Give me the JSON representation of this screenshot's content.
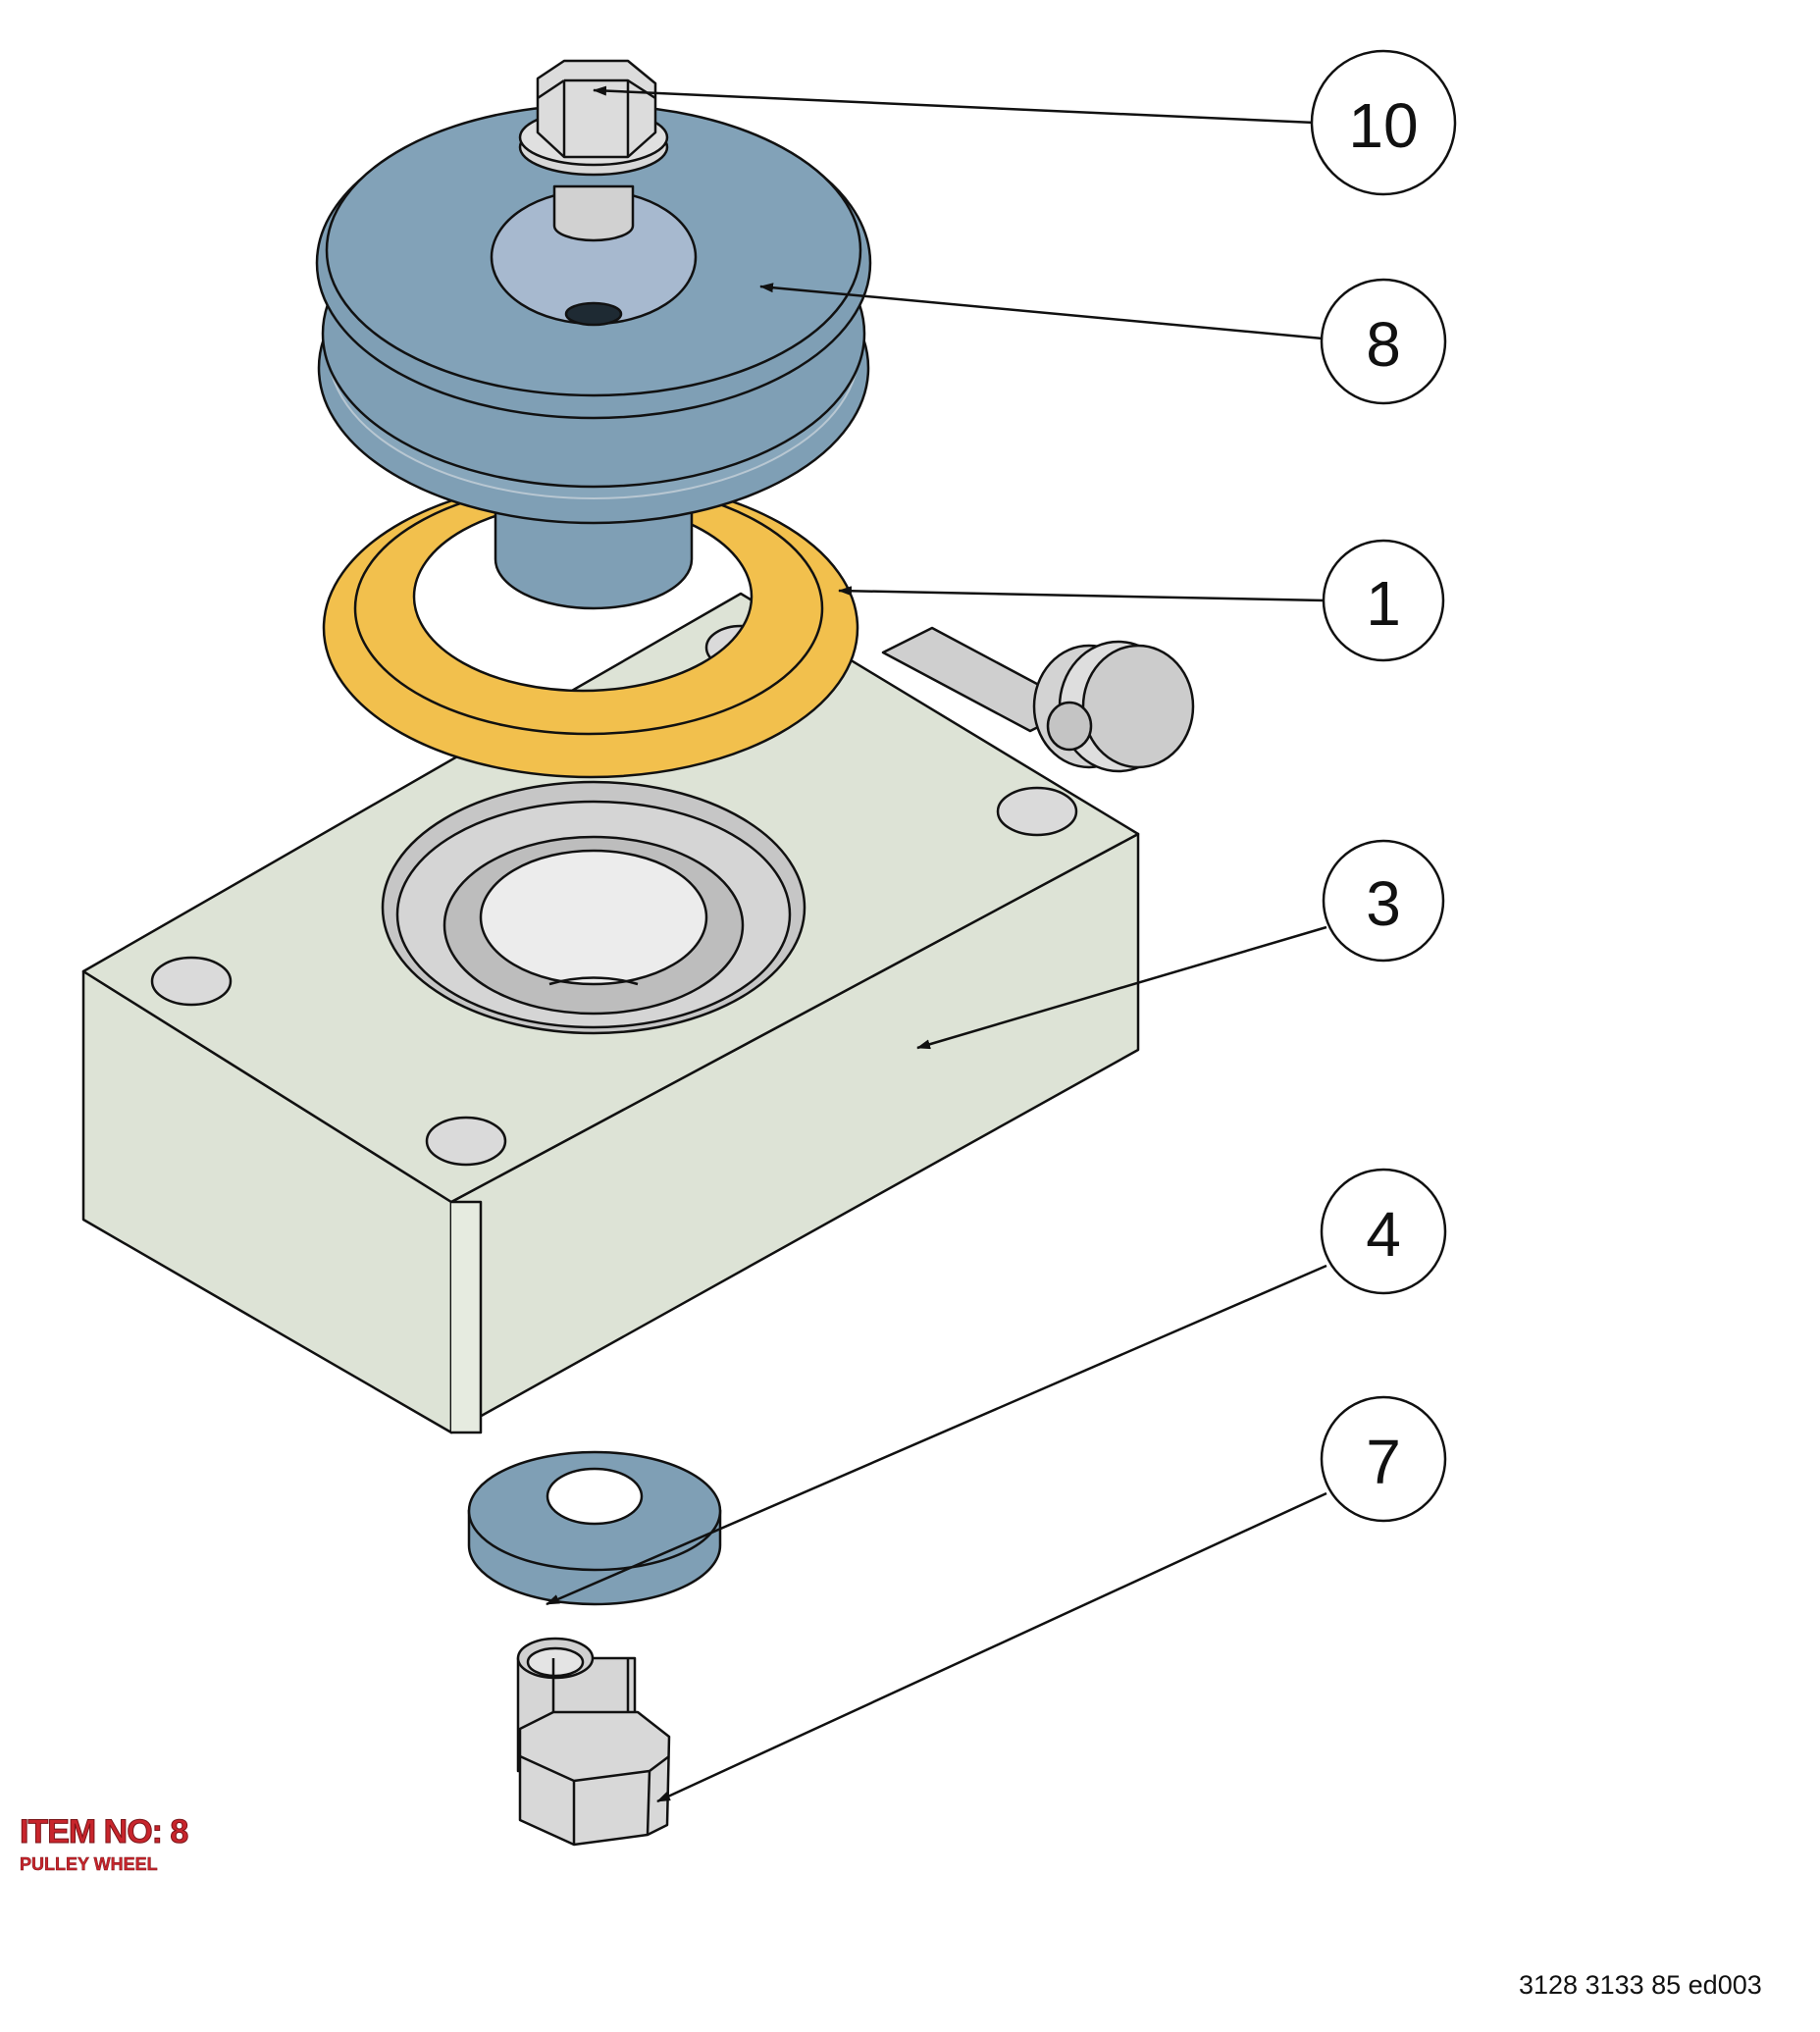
{
  "callouts": [
    {
      "number": "10",
      "part": "bolt"
    },
    {
      "number": "8",
      "part": "pulley wheel"
    },
    {
      "number": "1",
      "part": "ring"
    },
    {
      "number": "3",
      "part": "housing block"
    },
    {
      "number": "4",
      "part": "washer"
    },
    {
      "number": "7",
      "part": "hex bolt"
    }
  ],
  "item": {
    "title": "ITEM NO: 8",
    "subtitle": "PULLEY WHEEL"
  },
  "document_id": "3128 3133 85 ed003",
  "colors": {
    "pulley": "#7f9fb5",
    "ring": "#f2c04d",
    "housing": "#dde3d6",
    "metal": "#d4d4d4",
    "item_label": "#c8252c"
  }
}
